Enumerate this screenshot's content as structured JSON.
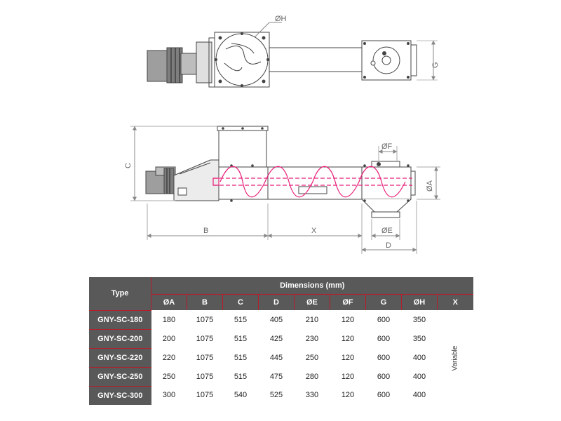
{
  "drawing": {
    "labels": {
      "diameter_h": "ØH",
      "g": "G",
      "c": "C",
      "diameter_f": "ØF",
      "diameter_a": "ØA",
      "b": "B",
      "x": "X",
      "diameter_e": "ØE",
      "d": "D"
    }
  },
  "table": {
    "type_header": "Type",
    "dimensions_header": "Dimensions (mm)",
    "columns": [
      "ØA",
      "B",
      "C",
      "D",
      "ØE",
      "ØF",
      "G",
      "ØH",
      "X"
    ],
    "x_value": "Variable",
    "rows": [
      {
        "type": "GNY-SC-180",
        "values": [
          "180",
          "1075",
          "515",
          "405",
          "210",
          "120",
          "600",
          "350"
        ]
      },
      {
        "type": "GNY-SC-200",
        "values": [
          "200",
          "1075",
          "515",
          "425",
          "230",
          "120",
          "600",
          "350"
        ]
      },
      {
        "type": "GNY-SC-220",
        "values": [
          "220",
          "1075",
          "515",
          "445",
          "250",
          "120",
          "600",
          "400"
        ]
      },
      {
        "type": "GNY-SC-250",
        "values": [
          "250",
          "1075",
          "515",
          "475",
          "280",
          "120",
          "600",
          "400"
        ]
      },
      {
        "type": "GNY-SC-300",
        "values": [
          "300",
          "1075",
          "540",
          "525",
          "330",
          "120",
          "600",
          "400"
        ]
      }
    ]
  },
  "colors": {
    "header_bg": "#595959",
    "accent_red": "#b71c2b",
    "screw_magenta": "#e8207a"
  }
}
